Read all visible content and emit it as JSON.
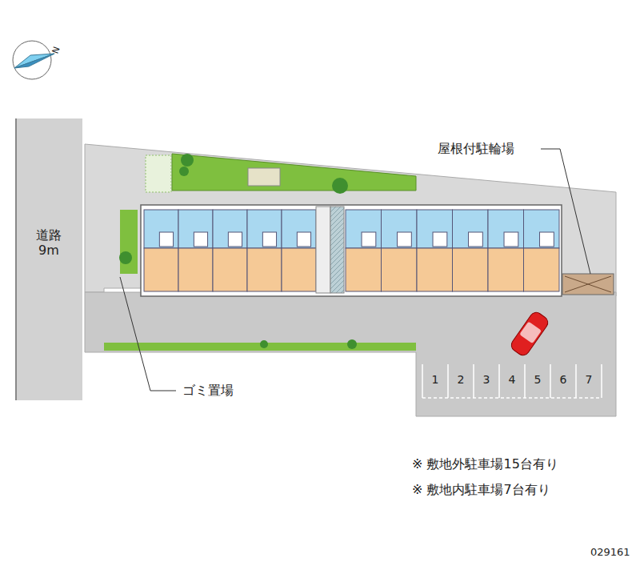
{
  "diagram": {
    "labels": [
      "屋根付駐輪場",
      "道路 9m",
      "ゴミ置場",
      "1",
      "2",
      "3",
      "4",
      "5",
      "6",
      "7",
      "※ 敷地外駐車場15台有り",
      "※ 敷地内駐車場7台有り",
      "029161",
      "N"
    ]
  }
}
